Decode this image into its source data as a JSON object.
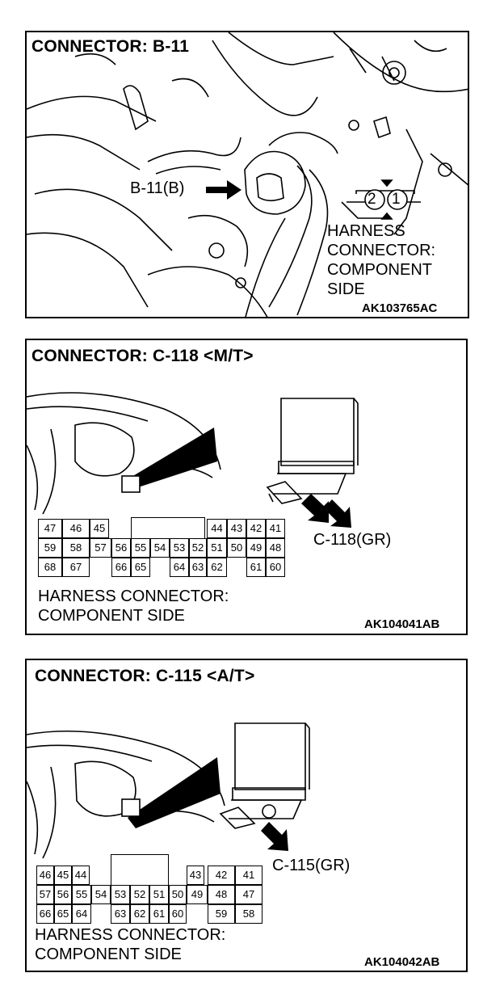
{
  "panels": [
    {
      "title": "CONNECTOR: B-11",
      "callout": "B-11(B)",
      "pins": [
        "2",
        "1"
      ],
      "harness_line1": "HARNESS",
      "harness_line2": "CONNECTOR:",
      "harness_line3": "COMPONENT",
      "harness_line4": "SIDE",
      "code": "AK103765AC"
    },
    {
      "title": "CONNECTOR: C-118 <M/T>",
      "callout": "C-118(GR)",
      "pins": [
        "47",
        "46",
        "45",
        "44",
        "43",
        "42",
        "41",
        "59",
        "58",
        "57",
        "56",
        "55",
        "54",
        "53",
        "52",
        "51",
        "50",
        "49",
        "48",
        "68",
        "67",
        "66",
        "65",
        "64",
        "63",
        "62",
        "61",
        "60"
      ],
      "harness_line1": "HARNESS CONNECTOR:",
      "harness_line2": "COMPONENT SIDE",
      "code": "AK104041AB"
    },
    {
      "title": "CONNECTOR: C-115 <A/T>",
      "callout": "C-115(GR)",
      "pins": [
        "46",
        "45",
        "44",
        "43",
        "42",
        "41",
        "57",
        "56",
        "55",
        "54",
        "53",
        "52",
        "51",
        "50",
        "49",
        "48",
        "47",
        "66",
        "65",
        "64",
        "63",
        "62",
        "61",
        "60",
        "59",
        "58"
      ],
      "harness_line1": "HARNESS CONNECTOR:",
      "harness_line2": "COMPONENT SIDE",
      "code": "AK104042AB"
    }
  ]
}
